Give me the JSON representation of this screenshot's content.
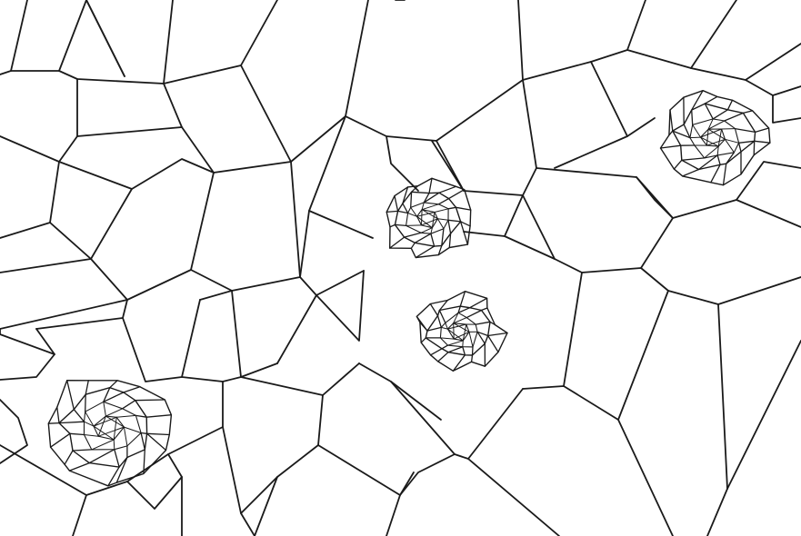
{
  "diagram": {
    "kind": "voronoi-tessellation",
    "background_color": "#ffffff",
    "edge_color": "#1a1a1a",
    "dense_clusters": [
      "top-right",
      "center",
      "center-lower",
      "bottom-left"
    ]
  }
}
